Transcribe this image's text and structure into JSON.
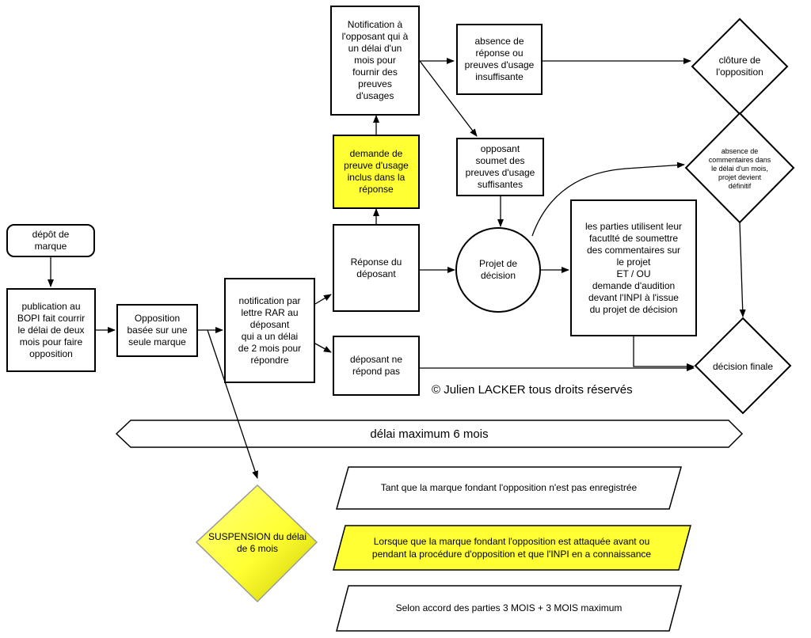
{
  "nodes": {
    "depot": "dépôt de\nmarque",
    "publication": "publication au\nBOPI fait courrir\nle délai de deux\nmois pour faire\nopposition",
    "opposition": "Opposition\nbasée sur une\nseule marque",
    "notif_rar": "notification par\nlettre RAR au\ndéposant\nqui a un délai\nde 2 mois pour\nrépondre",
    "reponse": "Réponse du\ndéposant",
    "ne_repond": "déposant ne\nrépond pas",
    "demande_preuve": "demande de\npreuve d'usage\ninclus dans la\nréponse",
    "notif_opposant": "Notification à\nl'opposant qui à\nun délai d'un\nmois pour\nfournir des\npreuves\nd'usages",
    "absence_reponse": "absence de\nréponse ou\npreuves d'usage\ninsuffisante",
    "soumet_preuves": "opposant\nsoumet des\npreuves d'usage\nsuffisantes",
    "projet_decision": "Projet de\ndécision",
    "parties": "les parties utilisent leur\nfacutlté  de soumettre\ndes commentaires sur\nle projet\nET / OU\ndemande d'audition\ndevant l'INPI à l'issue\ndu projet de décision",
    "cloture": "clôture de\nl'opposition",
    "absence_commentaires": "absence de\ncommentaires dans\nle délai d'un mois,\nprojet devient\ndéfinitif",
    "decision_finale": "décision finale",
    "suspension": "SUSPENSION du délai\nde 6 mois"
  },
  "delai_banner": "délai maximum 6 mois",
  "copyright": "© Julien LACKER tous droits réservés",
  "suspension_cases": [
    "Tant que la marque fondant l'opposition n'est pas enregistrée",
    "Lorsque que la marque fondant l'opposition est attaquée avant ou\npendant la procédure d'opposition et que l'INPI en a connaissance",
    "Selon accord des parties 3 MOIS  + 3 MOIS  maximum"
  ],
  "colors": {
    "highlight": "#ffff33",
    "line": "#000000",
    "background": "#ffffff"
  }
}
